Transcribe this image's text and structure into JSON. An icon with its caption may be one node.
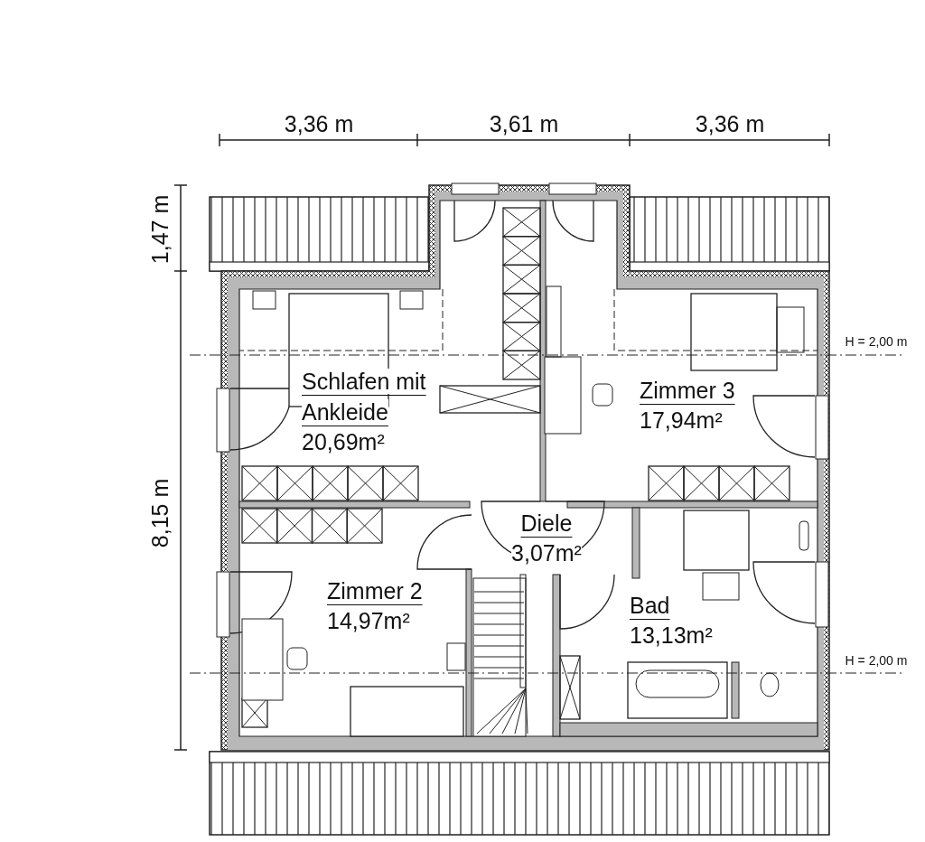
{
  "diagram": {
    "nodes": [
      {
        "text": [
          "Schlafen mit Ankleide",
          "20,69m²"
        ]
      },
      {
        "text": [
          "Zimmer 3",
          "17,94m²"
        ]
      },
      {
        "text": [
          "Diele",
          "3,07m²"
        ]
      },
      {
        "text": [
          "Zimmer 2",
          "14,97m²"
        ]
      },
      {
        "text": [
          "Bad",
          "13,13m²"
        ]
      }
    ],
    "labels": [
      "3,36 m",
      "3,61 m",
      "3,36 m",
      "1,47 m",
      "8,15 m",
      "H = 2,00 m",
      "H = 2,00 m"
    ]
  }
}
